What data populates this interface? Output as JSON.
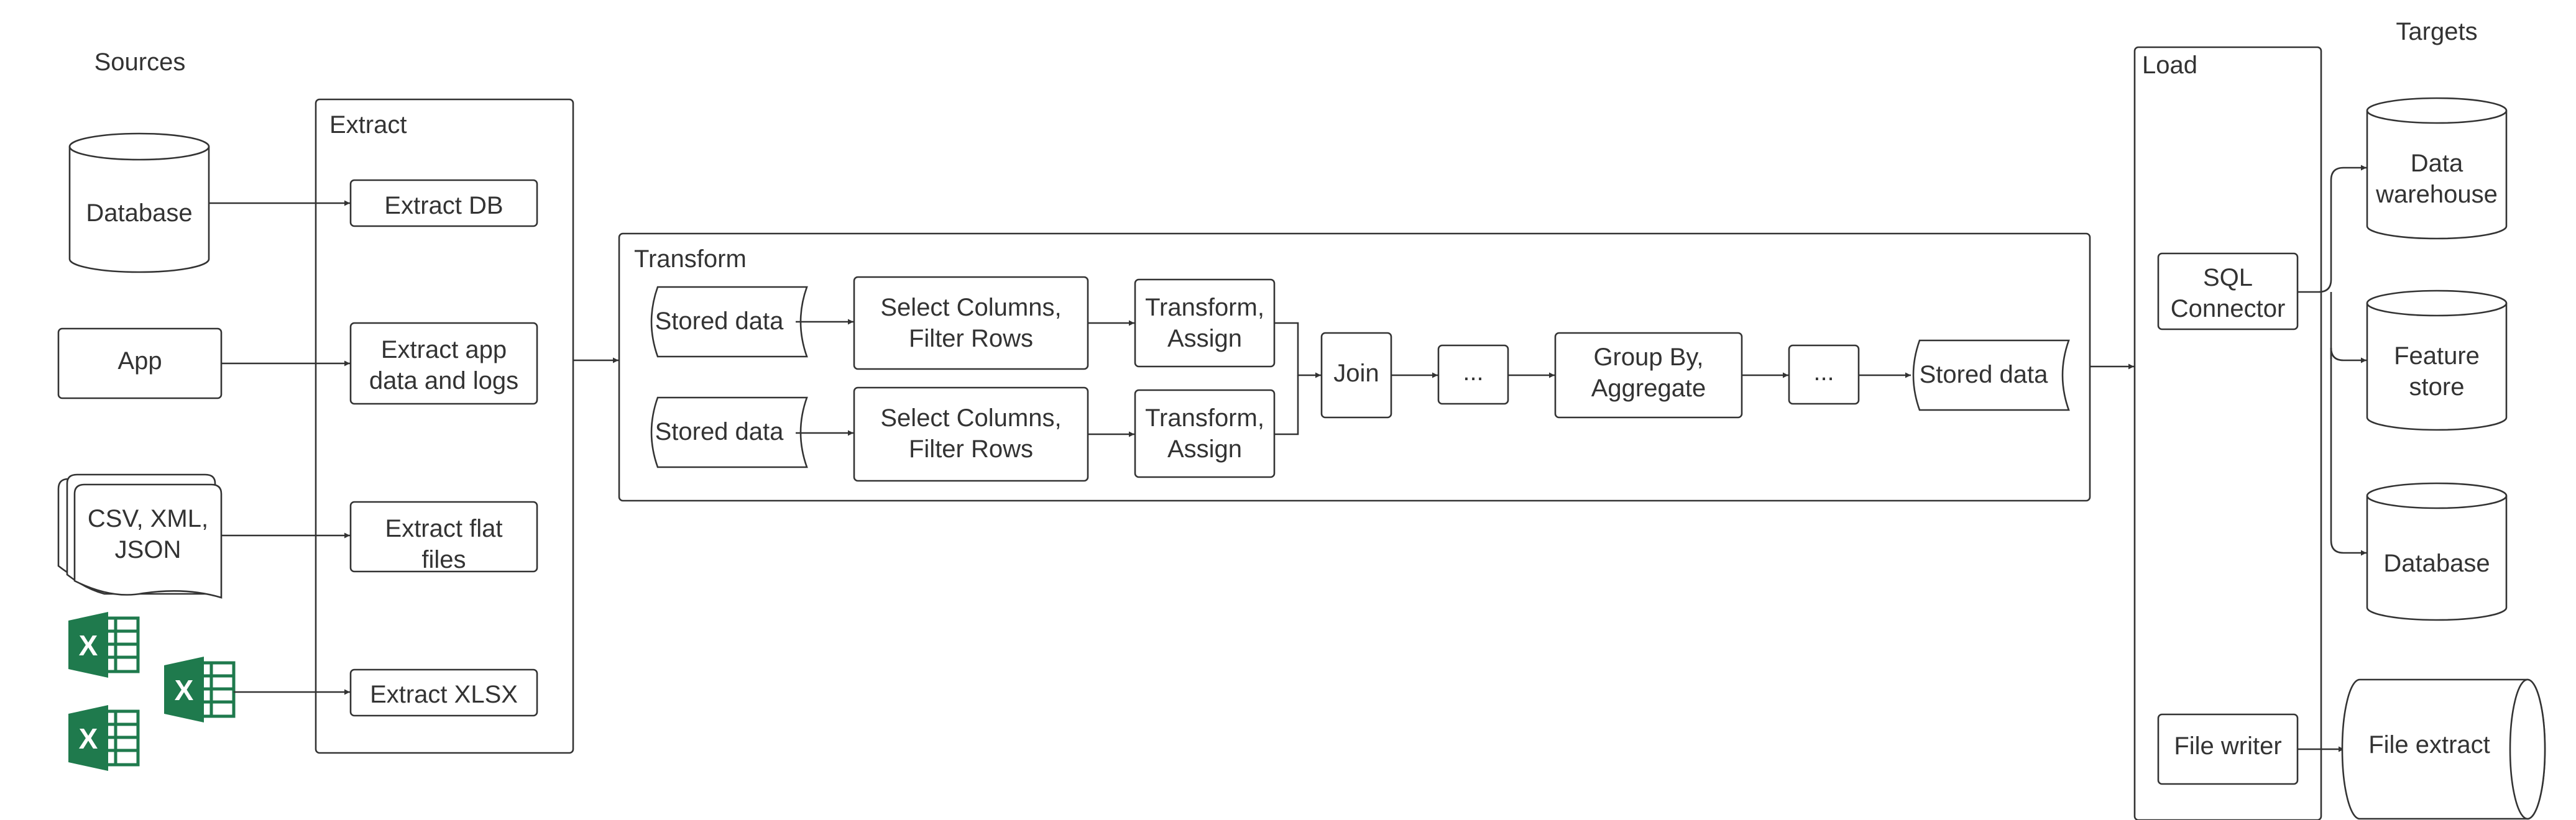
{
  "sources": {
    "title": "Sources",
    "database": "Database",
    "app": "App",
    "files": [
      "CSV, XML,",
      "JSON"
    ],
    "excel_icon_letter": "X",
    "excel_icon": "excel-file-icon",
    "excel_color": "#1f7a4d"
  },
  "extract": {
    "title": "Extract",
    "db": "Extract DB",
    "app": [
      "Extract app",
      "data and logs"
    ],
    "flat": [
      "Extract flat",
      "files"
    ],
    "xlsx": "Extract XLSX"
  },
  "transform": {
    "title": "Transform",
    "stored_top": "Stored data",
    "stored_bottom": "Stored data",
    "select_top": [
      "Select Columns,",
      "Filter Rows"
    ],
    "select_bottom": [
      "Select Columns,",
      "Filter Rows"
    ],
    "assign_top": [
      "Transform,",
      "Assign"
    ],
    "assign_bottom": [
      "Transform,",
      "Assign"
    ],
    "join": "Join",
    "ellipsis_1": "...",
    "group": [
      "Group By,",
      "Aggregate"
    ],
    "ellipsis_2": "...",
    "stored_out": "Stored data"
  },
  "load": {
    "title": "Load",
    "sql": [
      "SQL",
      "Connector"
    ],
    "file_writer": "File writer"
  },
  "targets": {
    "title": "Targets",
    "warehouse": [
      "Data",
      "warehouse"
    ],
    "feature_store": [
      "Feature",
      "store"
    ],
    "database": "Database",
    "file_extract": "File extract"
  },
  "colors": {
    "stroke": "#333333",
    "background": "#ffffff"
  }
}
